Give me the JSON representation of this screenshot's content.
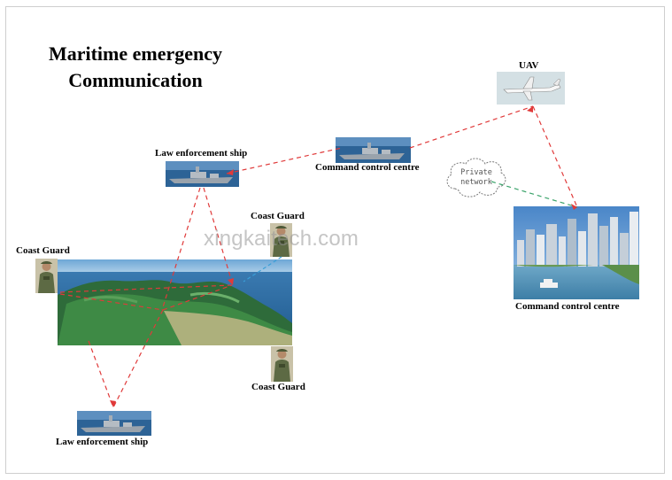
{
  "title": {
    "line1": "Maritime emergency",
    "line2": "Communication"
  },
  "nodes": {
    "uav": "UAV",
    "law_ship_top": "Law enforcement ship",
    "command_centre_top": "Command control centre",
    "coast_guard_right_top": "Coast Guard",
    "coast_guard_left": "Coast Guard",
    "coast_guard_right_bottom": "Coast Guard",
    "command_centre_city": "Command control centre",
    "law_ship_bottom": "Law enforcement ship"
  },
  "network": {
    "line1": "Private",
    "line2": "network"
  },
  "watermark": "xingkaitech.com",
  "colors": {
    "link_red": "#e03a3a",
    "link_green": "#3aa36a",
    "link_blue": "#3a9fd8"
  }
}
